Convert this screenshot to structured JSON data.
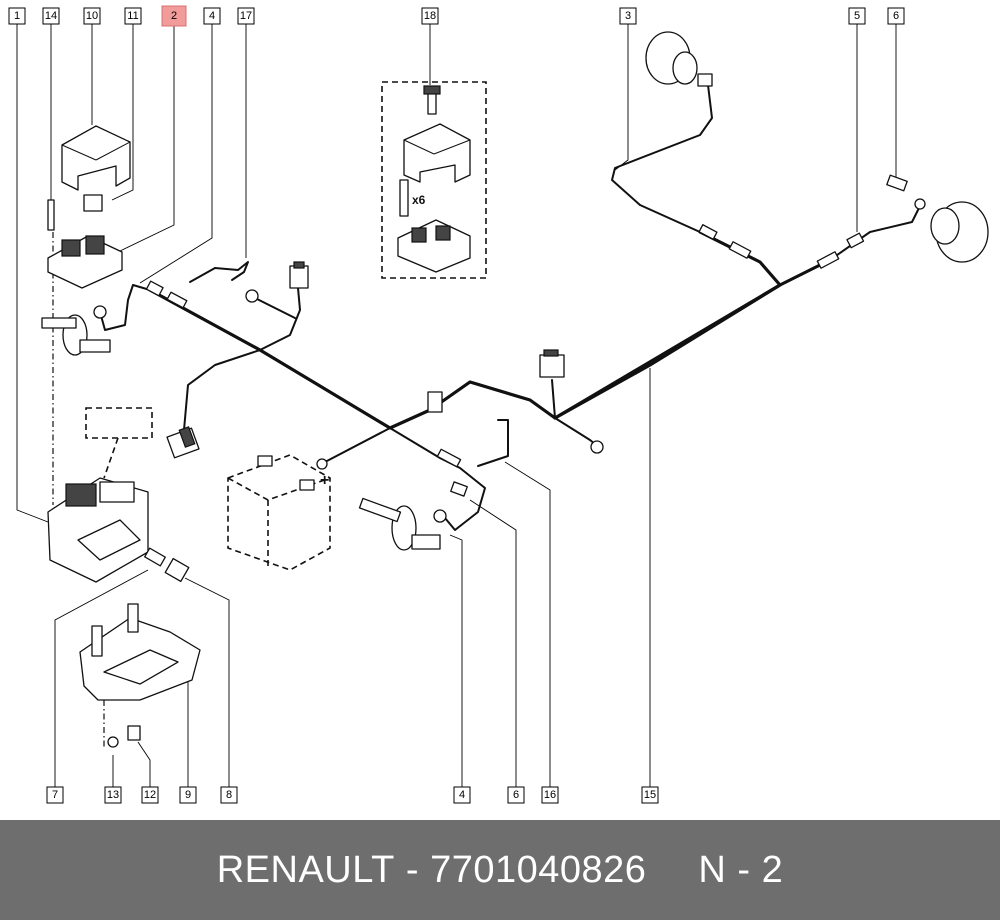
{
  "callouts": [
    "1",
    "14",
    "10",
    "11",
    "2",
    "4",
    "17",
    "18",
    "3",
    "5",
    "6",
    "7",
    "13",
    "12",
    "9",
    "8",
    "4",
    "6",
    "16",
    "15"
  ],
  "highlight_color": "#f29b9b",
  "battery_sign": "+",
  "kit_multiplier": "x6",
  "footer": {
    "brand": "RENAULT",
    "separator": "-",
    "part_number": "7701040826",
    "position": "N - 2",
    "background": "#6e6e6e"
  }
}
